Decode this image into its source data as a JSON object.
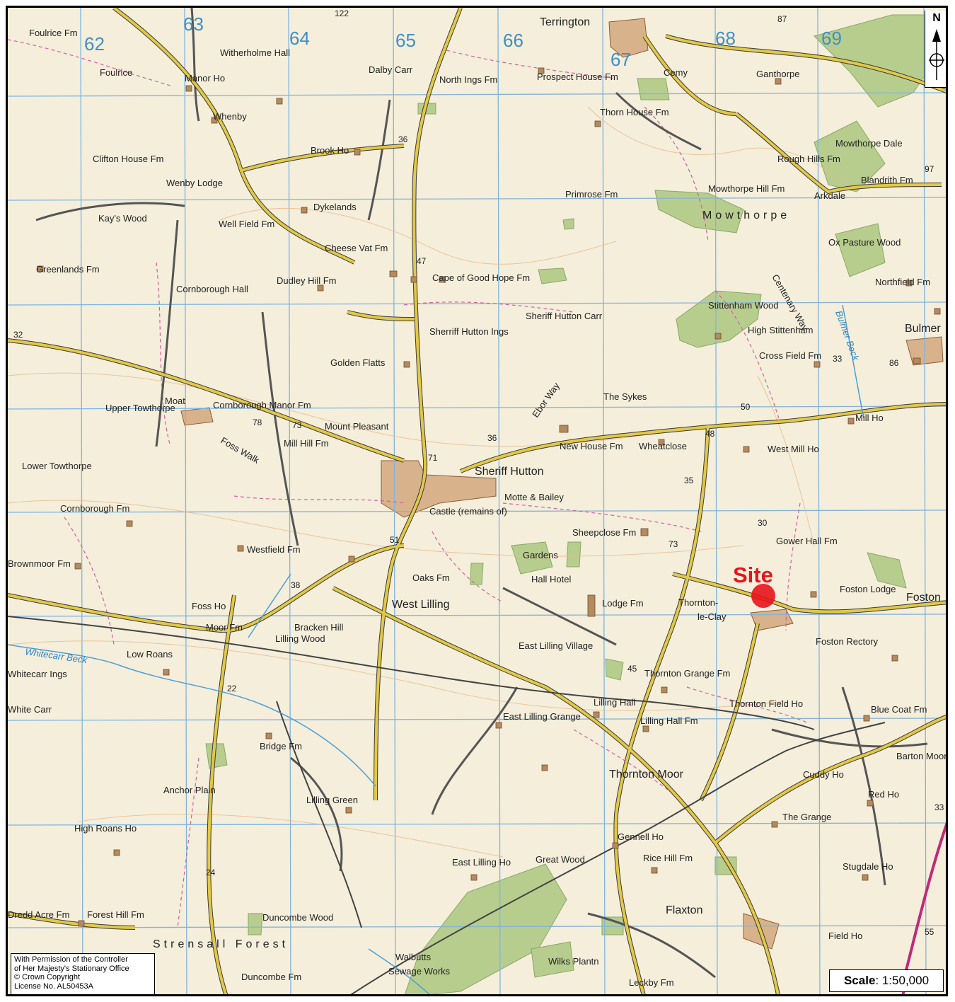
{
  "site": {
    "label": "Site",
    "marker_color": "#e8131b"
  },
  "north_arrow": {
    "label": "N"
  },
  "copyright": {
    "line1": "With Permission of the Controller",
    "line2": "of Her Majesty's Stationary Office",
    "line3": "© Crown Copyright",
    "line4": "License No. AL50453A"
  },
  "scale": {
    "label": "Scale",
    "value": ": 1:50,000"
  },
  "grid_numbers": [
    "62",
    "63",
    "64",
    "65",
    "66",
    "67",
    "68",
    "69"
  ],
  "places": [
    "Terrington",
    "Sheriff Hutton",
    "West Lilling",
    "Thornton Moor",
    "Flaxton",
    "Foston",
    "Bulmer",
    "Ganthorpe",
    "Whenby",
    "Mowthorpe",
    "Thornton-",
    "le-Clay",
    "Lilling Wood",
    "Strensall Forest"
  ],
  "farms": [
    "Foulrice Fm",
    "Foulrice",
    "Manor Ho",
    "Witherholme Hall",
    "Dalby Carr",
    "North Ings Fm",
    "Prospect House Fm",
    "Cemy",
    "Thorn House Fm",
    "Mowthorpe Dale",
    "Rough Hills Fm",
    "Blandrith Fm",
    "Mowthorpe Hill Fm",
    "Arkdale",
    "Primrose Fm",
    "Brook Ho",
    "Clifton House Fm",
    "Wenby Lodge",
    "Dykelands",
    "Well Field Fm",
    "Kay's Wood",
    "Cheese Vat Fm",
    "Cape of Good Hope Fm",
    "Dudley Hill Fm",
    "Cornborough Hall",
    "Greenlands Fm",
    "Ox Pasture Wood",
    "Northfield Fm",
    "Stittenham Wood",
    "High Stittenham",
    "Cross Field Fm",
    "Sheriff Hutton Carr",
    "Sherriff Hutton Ings",
    "Golden Flatts",
    "The Sykes",
    "Mill Ho",
    "Upper Towthorpe",
    "Moat",
    "Cornborough Manor Fm",
    "Mount Pleasant",
    "New House Fm",
    "Wheatclose",
    "West Mill Ho",
    "Mill Hill Fm",
    "Lower Towthorpe",
    "Motte & Bailey",
    "Castle (remains of)",
    "Cornborough Fm",
    "Sheepclose Fm",
    "Gower Hall Fm",
    "Westfield Fm",
    "Gardens",
    "Hall Hotel",
    "Oaks Fm",
    "Foston Lodge",
    "Brownmoor Fm",
    "Foss Ho",
    "Bracken Hill",
    "Lodge Fm",
    "Foston Rectory",
    "Moor Fm",
    "Low Roans",
    "East Lilling Village",
    "Thornton Grange Fm",
    "Whitecarr Ings",
    "Lilling Hall",
    "Lilling Hall Fm",
    "Thornton Field Ho",
    "Blue Coat Fm",
    "East Lilling Grange",
    "Bridge Fm",
    "Barton Moor",
    "Cuddy Ho",
    "Anchor Plain",
    "Lilling Green",
    "Red Ho",
    "High Roans Ho",
    "The Grange",
    "Gennell Ho",
    "Rice Hill Fm",
    "East Lilling Ho",
    "Great Wood",
    "Stugdale Ho",
    "Dredd Acre Fm",
    "Forest Hill Fm",
    "Duncombe Wood",
    "Field Ho",
    "Walbutts",
    "Sewage Works",
    "Wilks Plantn",
    "Duncombe Fm",
    "Leckby Fm",
    "Foss Walk",
    "Centenary Way",
    "Ebor Way",
    "Whitecarr Beck",
    "Bulmer Beck",
    "White Carr"
  ],
  "heights": [
    "122",
    "87",
    "97",
    "36",
    "47",
    "32",
    "33",
    "86",
    "73",
    "78",
    "36",
    "71",
    "48",
    "35",
    "73",
    "51",
    "38",
    "45",
    "22",
    "24",
    "55",
    "33",
    "30",
    "50"
  ],
  "colors": {
    "paper": "#f4eedb",
    "grid": "#7fb4df",
    "road": "#e2c847",
    "boundary": "#d35fa0",
    "wood": "#b7cd8e",
    "railway": "#444444"
  }
}
